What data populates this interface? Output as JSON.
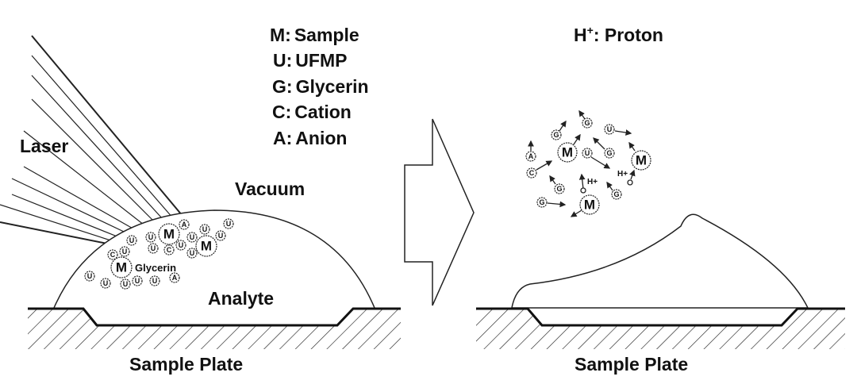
{
  "legend": [
    {
      "key": "M",
      "label": "Sample"
    },
    {
      "key": "U",
      "label": "UFMP"
    },
    {
      "key": "G",
      "label": "Glycerin"
    },
    {
      "key": "C",
      "label": "Cation"
    },
    {
      "key": "A",
      "label": "Anion"
    }
  ],
  "proton_legend": {
    "symbol": "H",
    "charge": "+",
    "label": ": Proton"
  },
  "left_panel": {
    "laser": "Laser",
    "vacuum": "Vacuum",
    "analyte": "Analyte",
    "glycerin": "Glycerin",
    "plate": "Sample Plate"
  },
  "right_panel": {
    "plate": "Sample Plate",
    "proton": "H+"
  },
  "colors": {
    "ink": "#111111",
    "background": "#ffffff"
  }
}
